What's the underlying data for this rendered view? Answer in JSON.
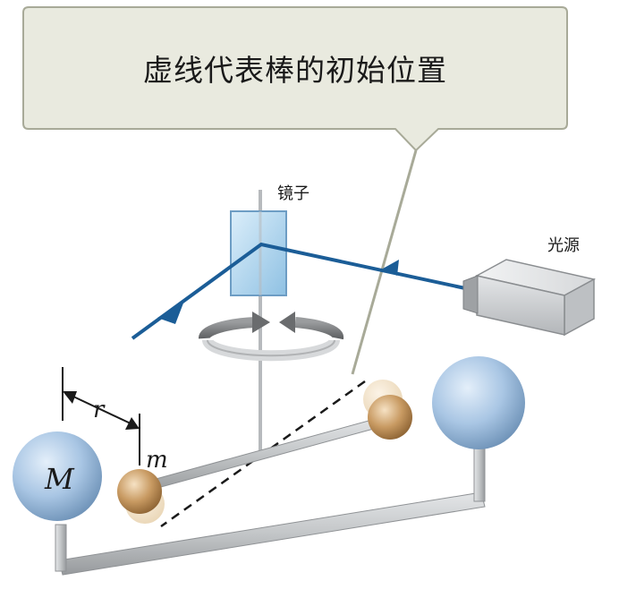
{
  "caption": {
    "text": "虚线代表棒的初始位置"
  },
  "labels": {
    "mirror": "镜子",
    "light_source": "光源",
    "distance": "r",
    "small_mass": "m",
    "large_mass": "M"
  },
  "colors": {
    "caption_fill": "#e9eadf",
    "caption_border": "#a8aa98",
    "light_beam": "#1b5d97",
    "large_sphere": "#a9c6e4",
    "small_sphere": "#c89a62",
    "frame_rod": "#c3c6c8"
  },
  "icons": {
    "rotation_arrow": "rotation-arrow-icon"
  }
}
